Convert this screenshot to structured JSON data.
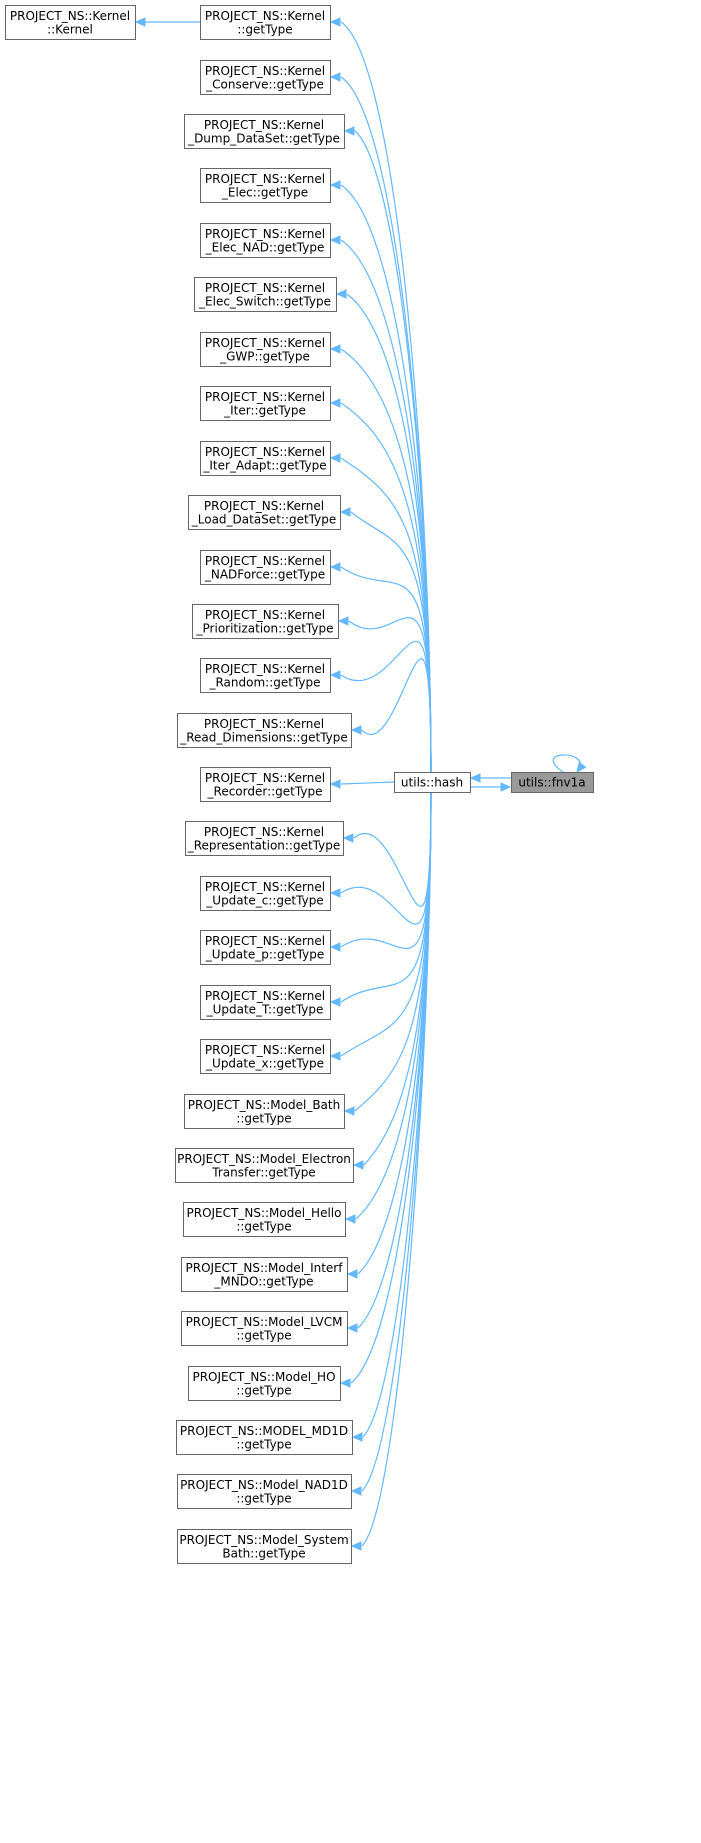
{
  "graph": {
    "colors": {
      "edge": "#63b8ff",
      "node_border": "#666666",
      "focus_fill": "#999999"
    },
    "focus": {
      "id": "fnv1a",
      "lines": [
        "utils::fnv1a"
      ]
    },
    "hash": {
      "id": "hash",
      "lines": [
        "utils::hash"
      ]
    },
    "callers": [
      {
        "id": "kernel_ctor",
        "lines": [
          "PROJECT_NS::Kernel",
          "::Kernel"
        ]
      },
      {
        "id": "kernel_gettype",
        "lines": [
          "PROJECT_NS::Kernel",
          "::getType"
        ]
      },
      {
        "id": "conserve",
        "lines": [
          "PROJECT_NS::Kernel",
          "_Conserve::getType"
        ]
      },
      {
        "id": "dump",
        "lines": [
          "PROJECT_NS::Kernel",
          "_Dump_DataSet::getType"
        ]
      },
      {
        "id": "elec",
        "lines": [
          "PROJECT_NS::Kernel",
          "_Elec::getType"
        ]
      },
      {
        "id": "elec_nad",
        "lines": [
          "PROJECT_NS::Kernel",
          "_Elec_NAD::getType"
        ]
      },
      {
        "id": "elec_switch",
        "lines": [
          "PROJECT_NS::Kernel",
          "_Elec_Switch::getType"
        ]
      },
      {
        "id": "gwp",
        "lines": [
          "PROJECT_NS::Kernel",
          "_GWP::getType"
        ]
      },
      {
        "id": "iter",
        "lines": [
          "PROJECT_NS::Kernel",
          "_Iter::getType"
        ]
      },
      {
        "id": "iter_adapt",
        "lines": [
          "PROJECT_NS::Kernel",
          "_Iter_Adapt::getType"
        ]
      },
      {
        "id": "load",
        "lines": [
          "PROJECT_NS::Kernel",
          "_Load_DataSet::getType"
        ]
      },
      {
        "id": "nadforce",
        "lines": [
          "PROJECT_NS::Kernel",
          "_NADForce::getType"
        ]
      },
      {
        "id": "prior",
        "lines": [
          "PROJECT_NS::Kernel",
          "_Prioritization::getType"
        ]
      },
      {
        "id": "random",
        "lines": [
          "PROJECT_NS::Kernel",
          "_Random::getType"
        ]
      },
      {
        "id": "readdim",
        "lines": [
          "PROJECT_NS::Kernel",
          "_Read_Dimensions::getType"
        ]
      },
      {
        "id": "recorder",
        "lines": [
          "PROJECT_NS::Kernel",
          "_Recorder::getType"
        ]
      },
      {
        "id": "repr",
        "lines": [
          "PROJECT_NS::Kernel",
          "_Representation::getType"
        ]
      },
      {
        "id": "upd_c",
        "lines": [
          "PROJECT_NS::Kernel",
          "_Update_c::getType"
        ]
      },
      {
        "id": "upd_p",
        "lines": [
          "PROJECT_NS::Kernel",
          "_Update_p::getType"
        ]
      },
      {
        "id": "upd_T",
        "lines": [
          "PROJECT_NS::Kernel",
          "_Update_T::getType"
        ]
      },
      {
        "id": "upd_x",
        "lines": [
          "PROJECT_NS::Kernel",
          "_Update_x::getType"
        ]
      },
      {
        "id": "bath",
        "lines": [
          "PROJECT_NS::Model_Bath",
          "::getType"
        ]
      },
      {
        "id": "electron",
        "lines": [
          "PROJECT_NS::Model_Electron",
          "Transfer::getType"
        ]
      },
      {
        "id": "hello",
        "lines": [
          "PROJECT_NS::Model_Hello",
          "::getType"
        ]
      },
      {
        "id": "interf",
        "lines": [
          "PROJECT_NS::Model_Interf",
          "_MNDO::getType"
        ]
      },
      {
        "id": "lvcm",
        "lines": [
          "PROJECT_NS::Model_LVCM",
          "::getType"
        ]
      },
      {
        "id": "ho",
        "lines": [
          "PROJECT_NS::Model_HO",
          "::getType"
        ]
      },
      {
        "id": "md1d",
        "lines": [
          "PROJECT_NS::MODEL_MD1D",
          "::getType"
        ]
      },
      {
        "id": "nad1d",
        "lines": [
          "PROJECT_NS::Model_NAD1D",
          "::getType"
        ]
      },
      {
        "id": "sysbath",
        "lines": [
          "PROJECT_NS::Model_System",
          "Bath::getType"
        ]
      }
    ]
  }
}
